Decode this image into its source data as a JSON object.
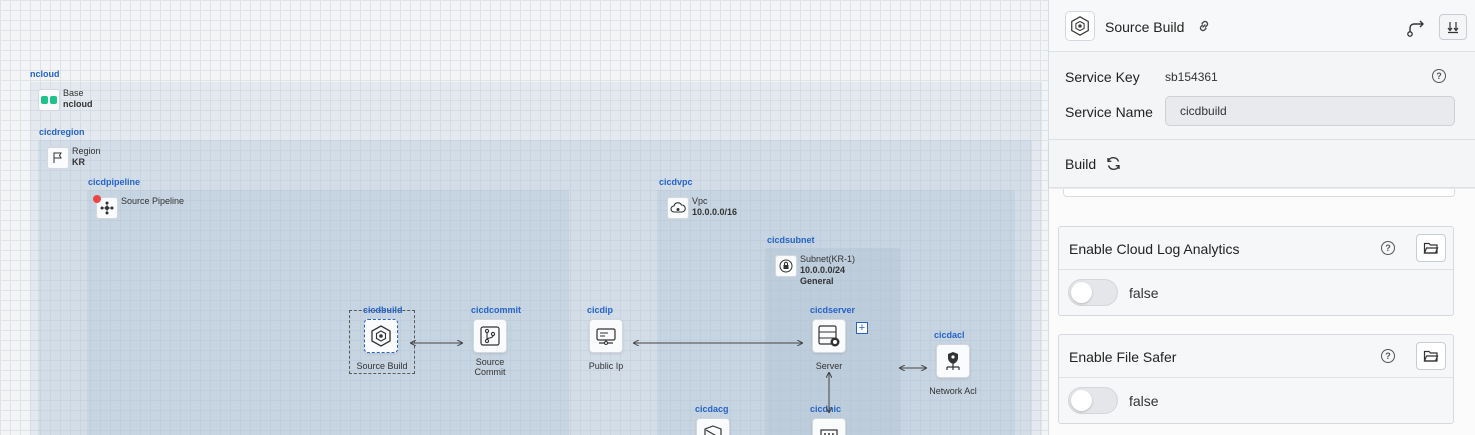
{
  "canvas": {
    "groups": {
      "ncloud": "ncloud",
      "region": "cicdregion",
      "pipeline": "cicdpipeline",
      "vpc": "cicdvpc",
      "subnet": "cicdsubnet"
    },
    "nodes": {
      "base": {
        "type": "Base",
        "name": "ncloud"
      },
      "region": {
        "type": "Region",
        "name": "KR"
      },
      "pipeline": {
        "type": "Source Pipeline"
      },
      "vpc": {
        "type": "Vpc",
        "cidr": "10.0.0.0/16"
      },
      "subnet": {
        "type": "Subnet(KR-1)",
        "cidr": "10.0.0.0/24",
        "kind": "General"
      },
      "build": {
        "label": "cicdbuild",
        "caption": "Source Build"
      },
      "commit": {
        "label": "cicdcommit",
        "caption_1": "Source",
        "caption_2": "Commit"
      },
      "ip": {
        "label": "cicdip",
        "caption": "Public Ip"
      },
      "server": {
        "label": "cicdserver",
        "caption": "Server",
        "plus": "+"
      },
      "acl": {
        "label": "cicdacl",
        "caption": "Network Acl"
      },
      "acg": {
        "label": "cicdacg"
      },
      "nic": {
        "label": "cicdnic"
      }
    }
  },
  "panel": {
    "title": "Source Build",
    "service_key_label": "Service Key",
    "service_key_value": "sb154361",
    "service_name_label": "Service Name",
    "service_name_value": "cicdbuild",
    "build_label": "Build",
    "cards": [
      {
        "title": "Enable Cloud Log Analytics",
        "value": "false"
      },
      {
        "title": "Enable File Safer",
        "value": "false"
      }
    ],
    "icons": {
      "logo": "source-build-icon",
      "link": "link-icon",
      "route": "route-icon",
      "collapse": "collapse-down-icon",
      "help": "question-icon",
      "refresh": "refresh-icon",
      "folder": "folder-icon"
    },
    "help_glyph": "?"
  }
}
